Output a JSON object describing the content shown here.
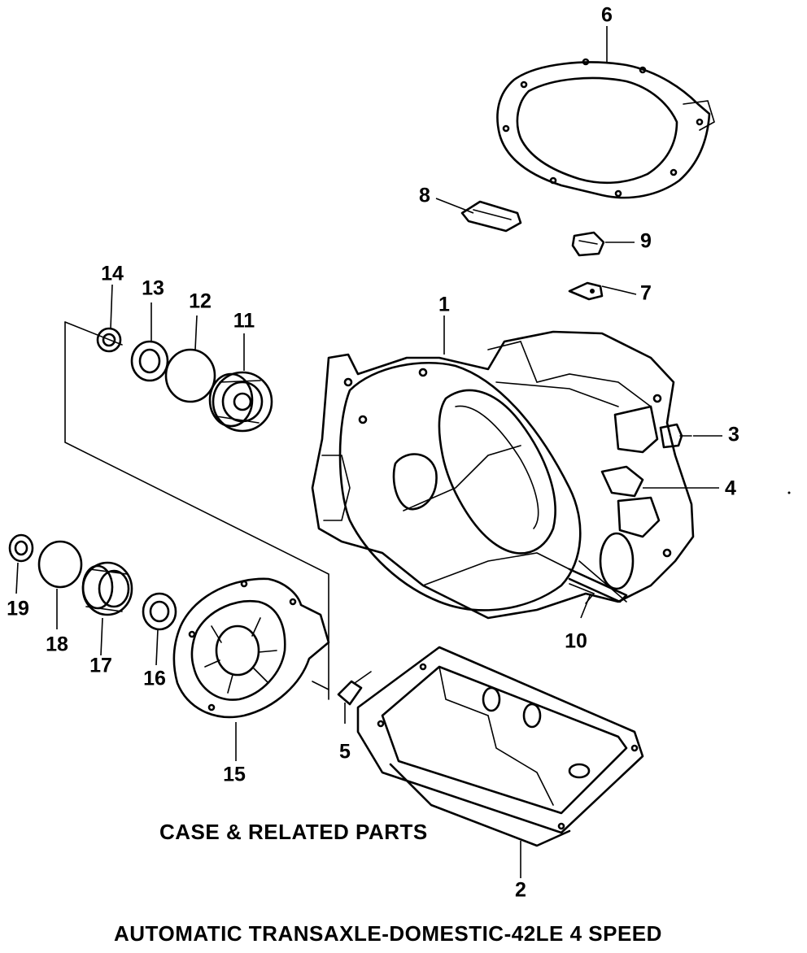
{
  "captions": {
    "section_title": "CASE & RELATED PARTS",
    "diagram_title": "AUTOMATIC TRANSAXLE-DOMESTIC-42LE 4 SPEED"
  },
  "callouts": [
    "1",
    "2",
    "3",
    "4",
    "5",
    "6",
    "7",
    "8",
    "9",
    "10",
    "11",
    "12",
    "13",
    "14",
    "15",
    "16",
    "17",
    "18",
    "19"
  ]
}
